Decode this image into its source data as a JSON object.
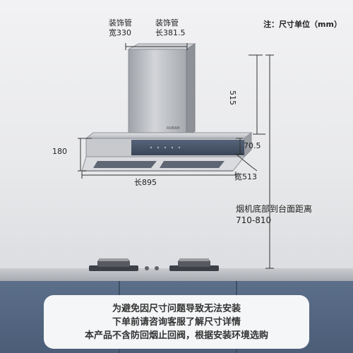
{
  "note": "注：尺寸单位（mm）",
  "dimensions": {
    "pipe_width_label": "装饰管",
    "pipe_width_value": "宽330",
    "pipe_length_label": "装饰管",
    "pipe_length_value": "长381.5",
    "pipe_height": "515",
    "body_height": "180",
    "panel_height": "70.5",
    "length": "长895",
    "depth": "宽513"
  },
  "distance": {
    "label": "烟机底部到台面距离",
    "value": "710-810"
  },
  "brand": "ROBAM",
  "notice": [
    "为避免因尺寸问题导致无法安装",
    "下单前请咨询客服了解尺寸详情",
    "本产品不含防回烟止回阀，根据安装环境选购"
  ],
  "colors": {
    "wall": "#ebebed",
    "stainless": "#b9bcc1",
    "glass_panel": "#4a5668",
    "cabinet": "#56687f"
  }
}
